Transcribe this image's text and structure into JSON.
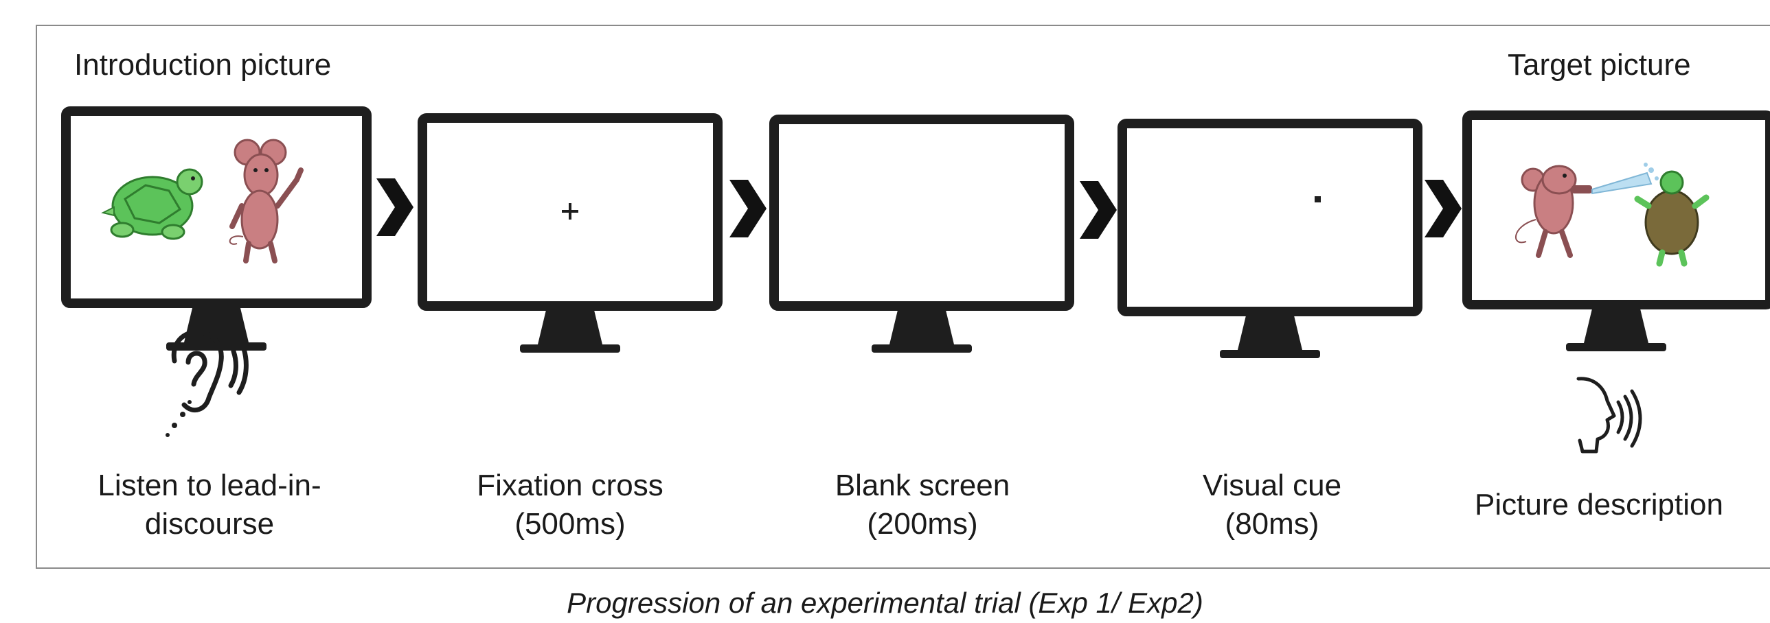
{
  "header": {
    "introduction_label": "Introduction picture",
    "target_label": "Target picture"
  },
  "steps": [
    {
      "label_line1": "Listen to lead-in-",
      "label_line2": "discourse",
      "icon": "ear-icon",
      "screen": "turtle-and-mouse"
    },
    {
      "label_line1": "Fixation cross",
      "label_line2": "(500ms)",
      "screen_symbol": "+"
    },
    {
      "label_line1": "Blank screen",
      "label_line2": "(200ms)",
      "screen": "blank"
    },
    {
      "label_line1": "Visual cue",
      "label_line2": "(80ms)",
      "screen_symbol": "dot"
    },
    {
      "label_line1": "Picture description",
      "label_line2": "",
      "icon": "speaking-head-icon",
      "screen": "mouse-sprays-turtle"
    }
  ],
  "caption": "Progression of an experimental trial (Exp 1/ Exp2)",
  "colors": {
    "monitor": "#1e1e1e",
    "turtle": "#5cc35a",
    "mouse": "#c97f82",
    "frame": "#8a8a8a"
  }
}
